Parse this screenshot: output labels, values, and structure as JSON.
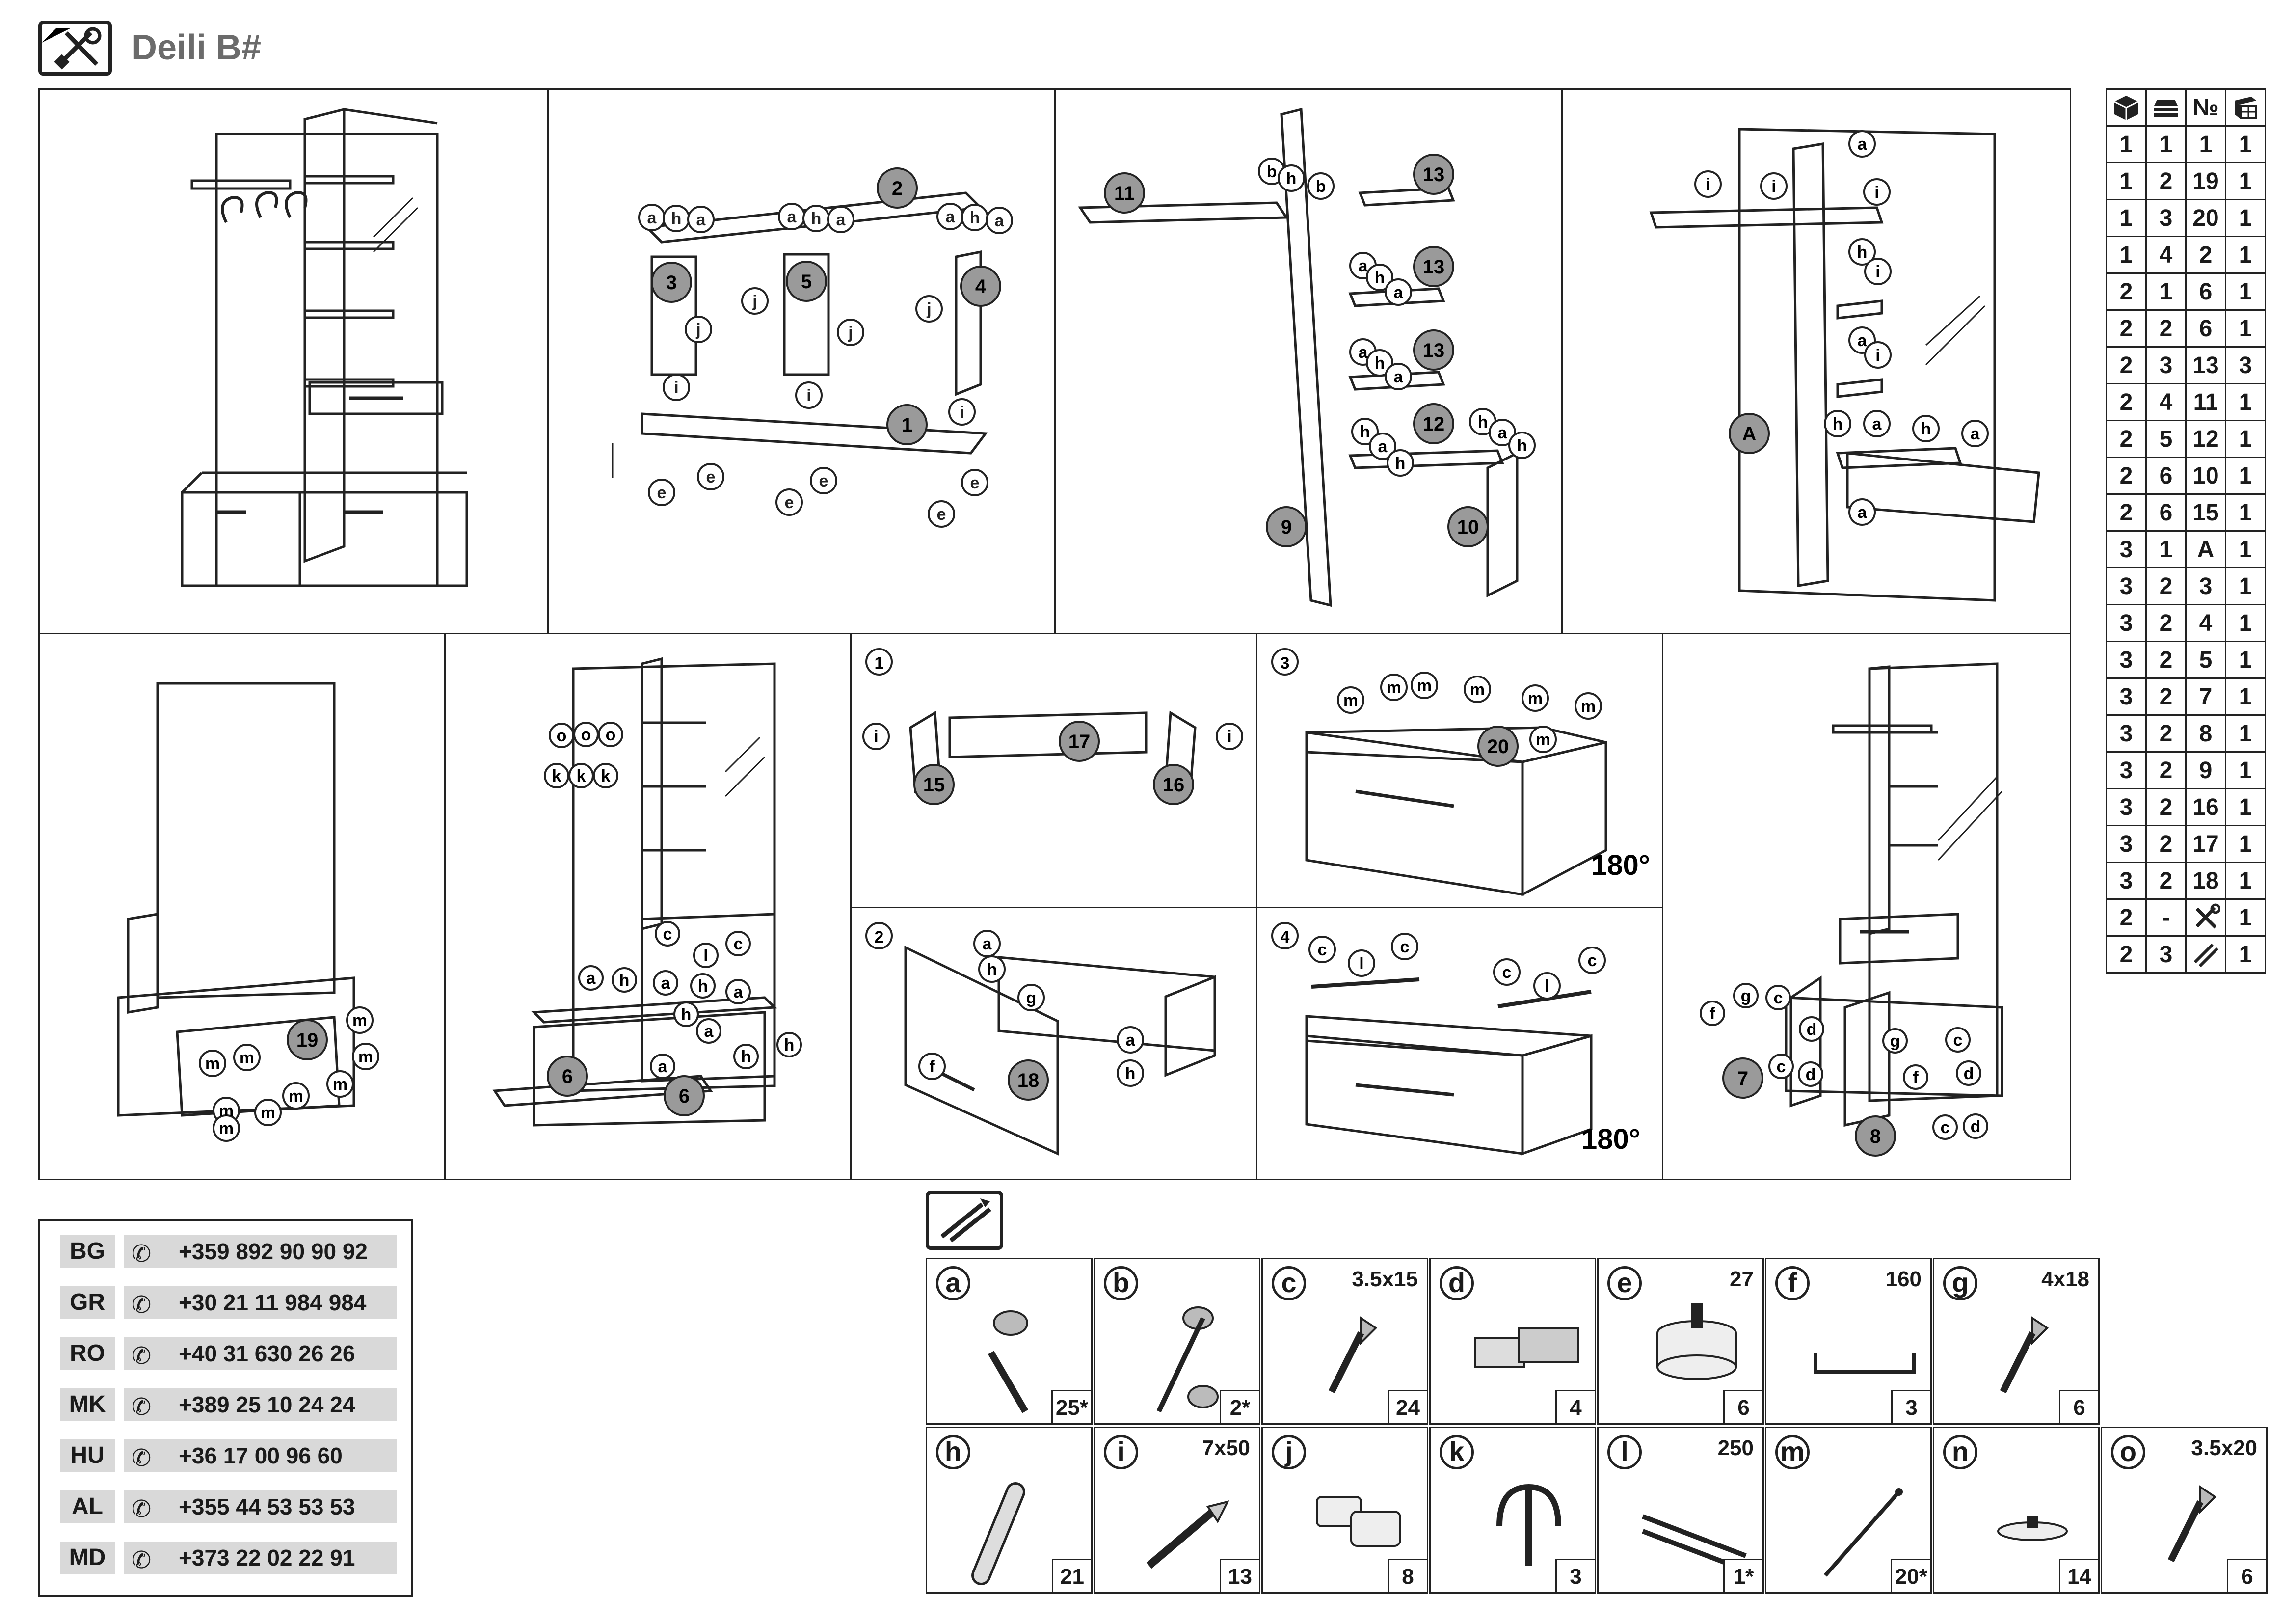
{
  "header": {
    "title": "Deili B#"
  },
  "steps": {
    "step1": {
      "note": ""
    },
    "step2": {
      "parts": [
        "2",
        "3",
        "5",
        "4",
        "1"
      ],
      "fittings": [
        "a",
        "h",
        "a",
        "a",
        "h",
        "a",
        "a",
        "h",
        "a",
        "j",
        "j",
        "j",
        "j",
        "i",
        "i",
        "i",
        "e",
        "e",
        "e",
        "e",
        "e"
      ]
    },
    "step3": {
      "parts": [
        "11",
        "13",
        "13",
        "13",
        "12",
        "9",
        "10"
      ],
      "fittings": [
        "b",
        "h",
        "b",
        "a",
        "h",
        "a",
        "a",
        "h",
        "a",
        "h",
        "a",
        "h",
        "h",
        "a",
        "h"
      ]
    },
    "step4": {
      "parts": [
        "A"
      ],
      "fittings": [
        "a",
        "i",
        "i",
        "i",
        "h",
        "i",
        "a",
        "i",
        "h",
        "a",
        "h",
        "a",
        "a"
      ]
    },
    "step5": {
      "parts": [
        "19"
      ],
      "fittings": [
        "m",
        "m",
        "m",
        "m",
        "m",
        "m",
        "m",
        "m",
        "m"
      ]
    },
    "step6": {
      "parts": [
        "6",
        "6"
      ],
      "fittings": [
        "o",
        "o",
        "o",
        "k",
        "k",
        "k",
        "c",
        "l",
        "c",
        "a",
        "h",
        "a",
        "h",
        "a",
        "a",
        "h",
        "a",
        "h",
        "h"
      ]
    },
    "drawer1": {
      "sub": "1",
      "parts": [
        "17",
        "15",
        "16"
      ],
      "fittings": [
        "i",
        "i"
      ]
    },
    "drawer2": {
      "sub": "2",
      "parts": [
        "18"
      ],
      "fittings": [
        "a",
        "h",
        "g",
        "f",
        "a",
        "h"
      ]
    },
    "drawer3": {
      "sub": "3",
      "parts": [
        "20"
      ],
      "fittings": [
        "m",
        "m",
        "m",
        "m",
        "m",
        "m",
        "m"
      ],
      "rotate": "180°"
    },
    "drawer4": {
      "sub": "4",
      "fittings": [
        "c",
        "l",
        "c",
        "c",
        "l",
        "c"
      ],
      "rotate": "180°"
    },
    "step8": {
      "parts": [
        "7",
        "8"
      ],
      "fittings": [
        "g",
        "c",
        "f",
        "d",
        "c",
        "d",
        "g",
        "c",
        "f",
        "d",
        "c",
        "d"
      ]
    }
  },
  "parts_table": {
    "headers": [
      "box-icon",
      "stack-icon",
      "№",
      "panel-icon"
    ],
    "rows": [
      [
        "1",
        "1",
        "1",
        "1"
      ],
      [
        "1",
        "2",
        "19",
        "1"
      ],
      [
        "1",
        "3",
        "20",
        "1"
      ],
      [
        "1",
        "4",
        "2",
        "1"
      ],
      [
        "2",
        "1",
        "6",
        "1"
      ],
      [
        "2",
        "2",
        "6",
        "1"
      ],
      [
        "2",
        "3",
        "13",
        "3"
      ],
      [
        "2",
        "4",
        "11",
        "1"
      ],
      [
        "2",
        "5",
        "12",
        "1"
      ],
      [
        "2",
        "6",
        "10",
        "1"
      ],
      [
        "2",
        "6",
        "15",
        "1"
      ],
      [
        "3",
        "1",
        "A",
        "1"
      ],
      [
        "3",
        "2",
        "3",
        "1"
      ],
      [
        "3",
        "2",
        "4",
        "1"
      ],
      [
        "3",
        "2",
        "5",
        "1"
      ],
      [
        "3",
        "2",
        "7",
        "1"
      ],
      [
        "3",
        "2",
        "8",
        "1"
      ],
      [
        "3",
        "2",
        "9",
        "1"
      ],
      [
        "3",
        "2",
        "16",
        "1"
      ],
      [
        "3",
        "2",
        "17",
        "1"
      ],
      [
        "3",
        "2",
        "18",
        "1"
      ],
      [
        "2",
        "-",
        "tools-icon",
        "1"
      ],
      [
        "2",
        "3",
        "slats-icon",
        "1"
      ]
    ]
  },
  "contacts": [
    {
      "code": "BG",
      "phone": "+359 892 90 90 92"
    },
    {
      "code": "GR",
      "phone": "+30 21 11 984 984"
    },
    {
      "code": "RO",
      "phone": "+40 31 630 26 26"
    },
    {
      "code": "MK",
      "phone": "+389 25 10 24 24"
    },
    {
      "code": "HU",
      "phone": "+36 17 00 96 60"
    },
    {
      "code": "AL",
      "phone": "+355 44 53 53 53"
    },
    {
      "code": "MD",
      "phone": "+373 22 02 22 91"
    }
  ],
  "hardware": [
    {
      "letter": "a",
      "size": "",
      "qty": "25*",
      "icon": "cam-lock-icon"
    },
    {
      "letter": "b",
      "size": "",
      "qty": "2*",
      "icon": "double-cam-icon"
    },
    {
      "letter": "c",
      "size": "3.5x15",
      "qty": "24",
      "icon": "screw-icon"
    },
    {
      "letter": "d",
      "size": "",
      "qty": "4",
      "icon": "hinge-icon"
    },
    {
      "letter": "e",
      "size": "27",
      "qty": "6",
      "icon": "foot-icon"
    },
    {
      "letter": "f",
      "size": "160",
      "qty": "3",
      "icon": "handle-icon"
    },
    {
      "letter": "g",
      "size": "4x18",
      "qty": "6",
      "icon": "screw-icon"
    },
    {
      "letter": "h",
      "size": "",
      "qty": "21",
      "icon": "dowel-icon"
    },
    {
      "letter": "i",
      "size": "7x50",
      "qty": "13",
      "icon": "confirmat-icon"
    },
    {
      "letter": "j",
      "size": "",
      "qty": "8",
      "icon": "shelf-pin-icon"
    },
    {
      "letter": "k",
      "size": "",
      "qty": "3",
      "icon": "hook-icon"
    },
    {
      "letter": "l",
      "size": "250",
      "qty": "1*",
      "icon": "drawer-runner-icon"
    },
    {
      "letter": "m",
      "size": "",
      "qty": "20*",
      "icon": "nail-icon"
    },
    {
      "letter": "n",
      "size": "",
      "qty": "14",
      "icon": "glide-icon"
    },
    {
      "letter": "o",
      "size": "3.5x20",
      "qty": "6",
      "icon": "screw-icon"
    }
  ]
}
